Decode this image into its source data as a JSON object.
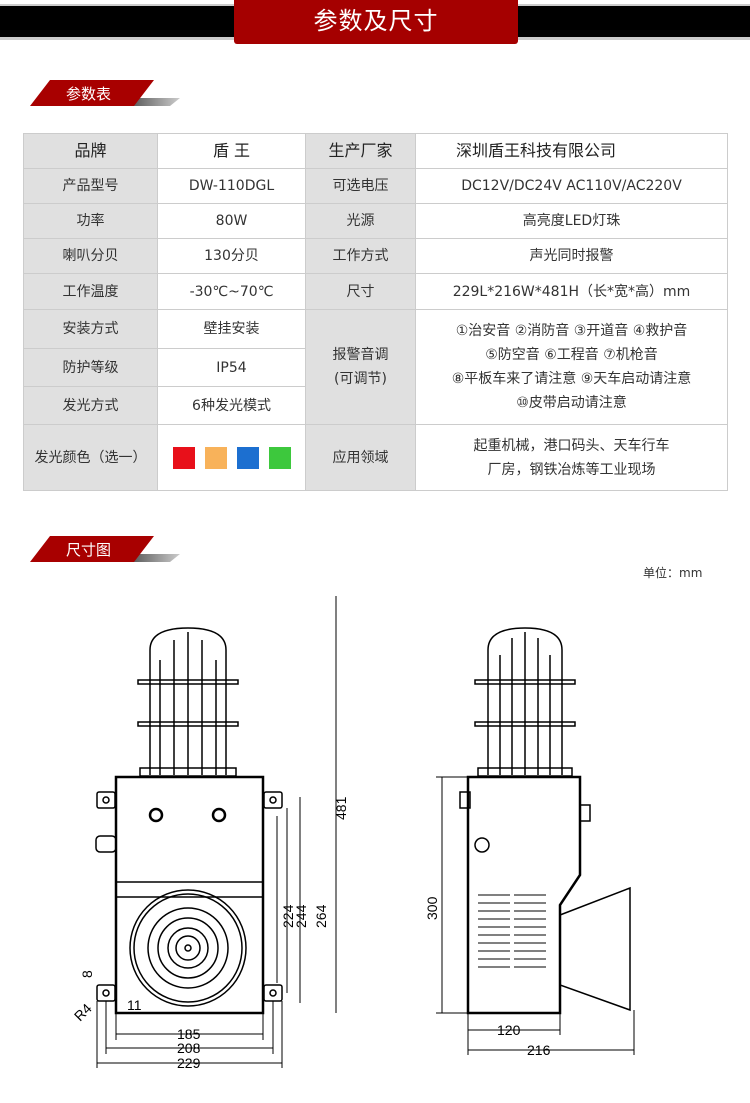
{
  "header": {
    "title": "参数及尺寸"
  },
  "section1": {
    "title": "参数表"
  },
  "section2": {
    "title": "尺寸图"
  },
  "table": {
    "header": [
      "品牌",
      "盾  王",
      "生产厂家",
      "深圳盾王科技有限公司"
    ],
    "rows": [
      [
        "产品型号",
        "DW-110DGL",
        "可选电压",
        "DC12V/DC24V  AC110V/AC220V"
      ],
      [
        "功率",
        "80W",
        "光源",
        "高亮度LED灯珠"
      ],
      [
        "喇叭分贝",
        "130分贝",
        "工作方式",
        "声光同时报警"
      ],
      [
        "工作温度",
        "-30℃~70℃",
        "尺寸",
        "229L*216W*481H（长*宽*高）mm"
      ]
    ],
    "install": {
      "label": "安装方式",
      "value": "壁挂安装"
    },
    "protect": {
      "label": "防护等级",
      "value": "IP54"
    },
    "lightmode": {
      "label": "发光方式",
      "value": "6种发光模式"
    },
    "tone": {
      "label": "报警音调",
      "sub": "(可调节)",
      "lines": [
        "①治安音 ②消防音 ③开道音 ④救护音",
        "⑤防空音 ⑥工程音 ⑦机枪音",
        "⑧平板车来了请注意 ⑨天车启动请注意",
        "⑩皮带启动请注意"
      ]
    },
    "color": {
      "label": "发光颜色（选一）",
      "swatches": [
        "#e8101a",
        "#f8b25a",
        "#1c6fd0",
        "#3dc83d"
      ]
    },
    "app": {
      "label": "应用领域",
      "lines": [
        "起重机械，港口码头、天车行车",
        "厂房，钢铁冶炼等工业现场"
      ]
    }
  },
  "unit": "单位：mm",
  "dims": {
    "h481": "481",
    "h264": "264",
    "h244": "244",
    "h224": "224",
    "w185": "185",
    "w208": "208",
    "w229": "229",
    "r4": "R4",
    "d8": "8",
    "d11": "11",
    "h300": "300",
    "w120": "120",
    "w216": "216"
  }
}
